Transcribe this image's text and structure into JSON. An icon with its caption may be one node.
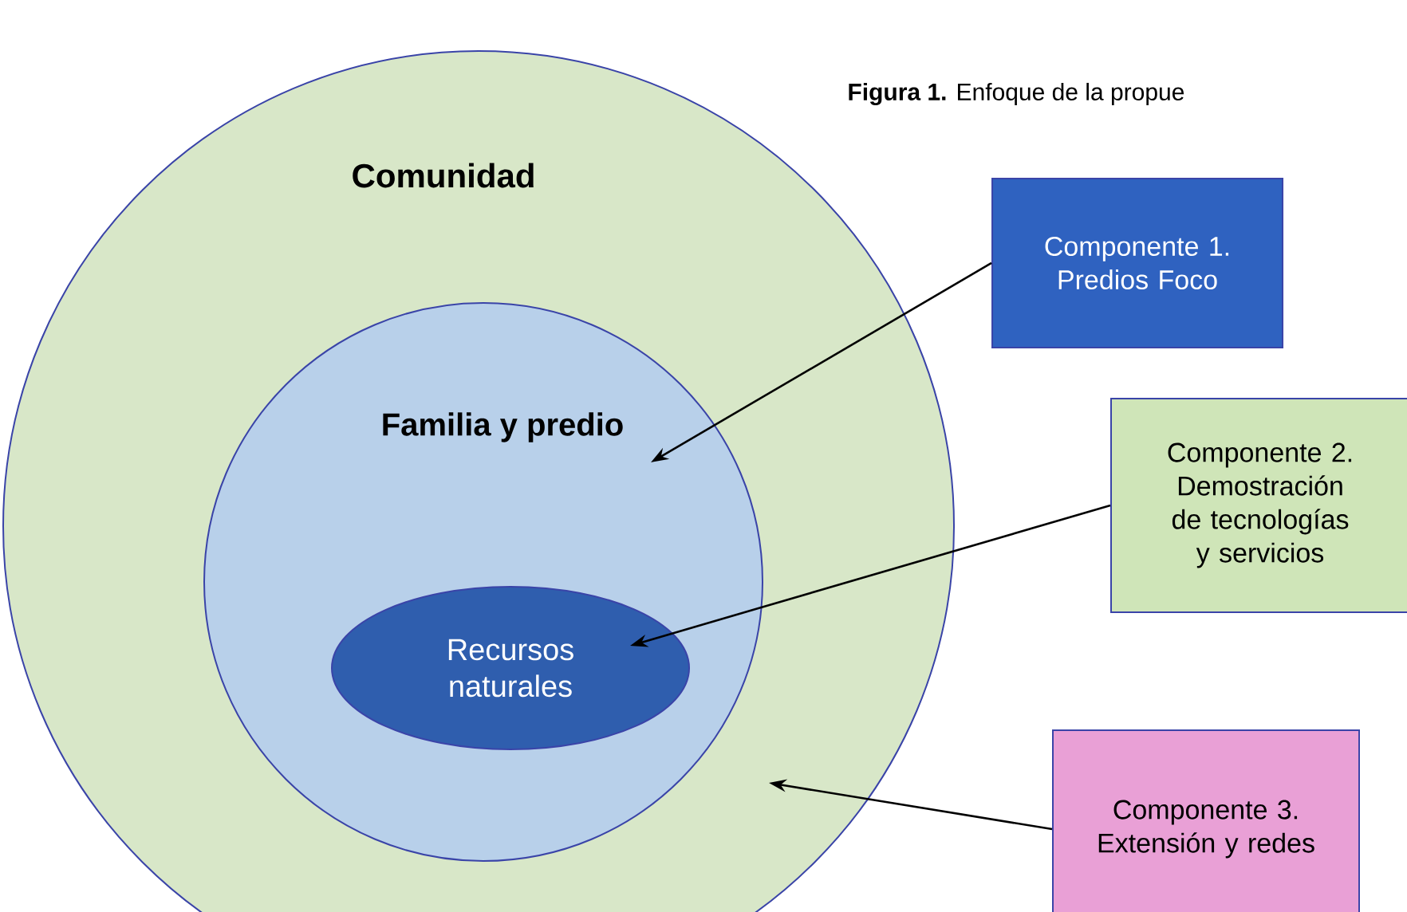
{
  "diagram": {
    "caption": "**Figura 1.** Enfoque de la propue",
    "nodes": [
      {
        "text": [
          "Comunidad"
        ]
      },
      {
        "text": [
          "Familia y predio"
        ],
        "in": 0
      },
      {
        "text": [
          "Recursos naturales"
        ],
        "in": 1
      },
      {
        "text": [
          "Componente 1. Predios Foco"
        ]
      },
      {
        "text": [
          "Componente 2. Demostración de tecnologías y servicios"
        ]
      },
      {
        "text": [
          "Componente 3. Extensión y redes"
        ]
      }
    ],
    "edges": [
      {
        "from": 3,
        "to": 1,
        "arrow": "to"
      },
      {
        "from": 4,
        "to": 2,
        "arrow": "to"
      },
      {
        "from": 5,
        "to": 0,
        "arrow": "to"
      }
    ]
  }
}
